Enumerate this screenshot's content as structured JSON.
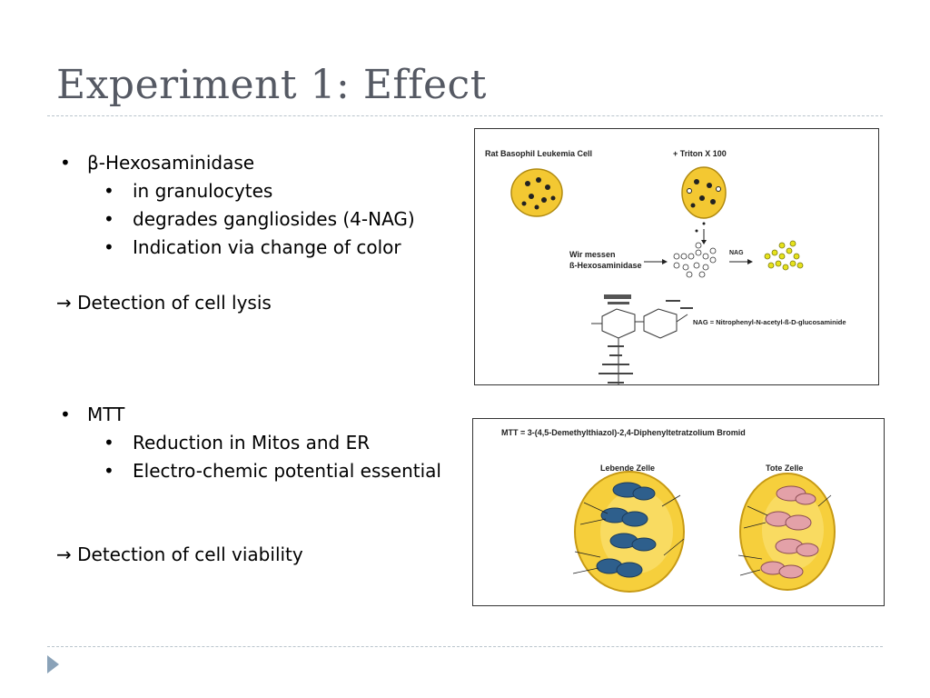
{
  "slide": {
    "title": "Experiment 1: Effect"
  },
  "section1": {
    "heading": "β-Hexosaminidase",
    "points": [
      "in granulocytes",
      "degrades gangliosides (4-NAG)",
      "Indication via change of color"
    ],
    "conclusion": "→ Detection of cell lysis"
  },
  "section2": {
    "heading": "MTT",
    "points": [
      "Reduction in Mitos and ER",
      "Electro-chemic potential essential"
    ],
    "conclusion": "→ Detection of cell viability"
  },
  "figure1": {
    "label_cell": "Rat Basophil Leukemia Cell",
    "label_triton": "+ Triton X 100",
    "label_measure_1": "Wir messen",
    "label_measure_2": "ß-Hexosaminidase",
    "label_nag": "NAG",
    "label_nag_def": "NAG = Nitrophenyl-N-acetyl-ß-D-glucosaminide"
  },
  "figure2": {
    "label_mtt": "MTT = 3-(4,5-Demethylthiazol)-2,4-Diphenyltetratzolium Bromid",
    "label_living": "Lebende Zelle",
    "label_dead": "Tote Zelle"
  },
  "colors": {
    "title": "#555963",
    "rule": "#b9c4cc",
    "cell_yellow": "#f3c832",
    "mito_living": "#2e5f8c",
    "mito_dead": "#e3a1a8"
  }
}
